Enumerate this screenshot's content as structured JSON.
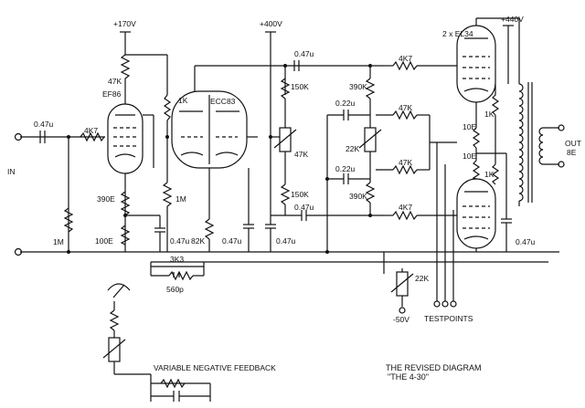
{
  "labels": {
    "v170": "+170V",
    "v400": "+400V",
    "v440": "+440V",
    "tubes_out": "2 x EL34",
    "ef86": "EF86",
    "ecc83": "ECC83",
    "in": "IN",
    "out": "OUT",
    "out_imp": "8E",
    "c_in": "0.47u",
    "r_grid": "4K7",
    "r_in_gnd": "1M",
    "r_47k_ef86": "47K",
    "r_390e": "390E",
    "r_100e": "100E",
    "c_ef86_k": "0.47u",
    "r_1k_ecc": "1K",
    "r_1m_ecc": "1M",
    "r_82k": "82K",
    "c_ecc_k": "0.47u",
    "c_ecc_out": "0.47u",
    "r_150k_top": "150K",
    "r_150k_bot": "150K",
    "r_47k_pot": "47K",
    "c_coup_top": "0.47u",
    "c_coup_bot": "0.47u",
    "c_22u_top": "0.22u",
    "c_22u_bot": "0.22u",
    "r_390k_top": "390K",
    "r_390k_bot": "390K",
    "r_47k_top": "47K",
    "r_47k_bot": "47K",
    "r_22k_pot": "22K",
    "r_4k7_top": "4K7",
    "r_4k7_bot": "4K7",
    "r_1k_top": "1K",
    "r_1k_bot": "1K",
    "r_10e_top": "10E",
    "r_10e_bot": "10E",
    "c_out_k": "0.47u",
    "r_3k3": "3K3",
    "c_560p": "560p",
    "r_22k_bias": "22K",
    "v_bias": "-50V",
    "testpoints": "TESTPOINTS",
    "feedback": "VARIABLE NEGATIVE FEEDBACK",
    "caption1": "THE REVISED DIAGRAM",
    "caption2": "\"THE 4-30\""
  }
}
